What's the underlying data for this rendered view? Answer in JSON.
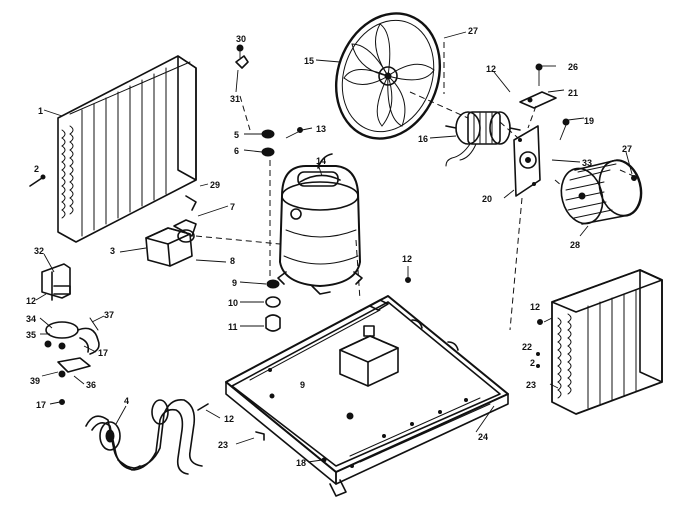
{
  "diagram": {
    "colors": {
      "ink": "#111111",
      "paper": "#ffffff"
    },
    "labels": [
      {
        "id": "lbl-30",
        "text": "30"
      },
      {
        "id": "lbl-31",
        "text": "31"
      },
      {
        "id": "lbl-15",
        "text": "15"
      },
      {
        "id": "lbl-27a",
        "text": "27"
      },
      {
        "id": "lbl-12a",
        "text": "12"
      },
      {
        "id": "lbl-26",
        "text": "26"
      },
      {
        "id": "lbl-21",
        "text": "21"
      },
      {
        "id": "lbl-1",
        "text": "1"
      },
      {
        "id": "lbl-5",
        "text": "5"
      },
      {
        "id": "lbl-6a",
        "text": "6"
      },
      {
        "id": "lbl-13",
        "text": "13"
      },
      {
        "id": "lbl-14",
        "text": "14"
      },
      {
        "id": "lbl-16",
        "text": "16"
      },
      {
        "id": "lbl-19",
        "text": "19"
      },
      {
        "id": "lbl-33",
        "text": "33"
      },
      {
        "id": "lbl-27b",
        "text": "27"
      },
      {
        "id": "lbl-2",
        "text": "2"
      },
      {
        "id": "lbl-29",
        "text": "29"
      },
      {
        "id": "lbl-7",
        "text": "7"
      },
      {
        "id": "lbl-3",
        "text": "3"
      },
      {
        "id": "lbl-8",
        "text": "8"
      },
      {
        "id": "lbl-20",
        "text": "20"
      },
      {
        "id": "lbl-28",
        "text": "28"
      },
      {
        "id": "lbl-32",
        "text": "32"
      },
      {
        "id": "lbl-12b",
        "text": "12"
      },
      {
        "id": "lbl-9",
        "text": "9"
      },
      {
        "id": "lbl-12c",
        "text": "12"
      },
      {
        "id": "lbl-34",
        "text": "34"
      },
      {
        "id": "lbl-10",
        "text": "10"
      },
      {
        "id": "lbl-12d",
        "text": "12"
      },
      {
        "id": "lbl-35",
        "text": "35"
      },
      {
        "id": "lbl-37",
        "text": "37"
      },
      {
        "id": "lbl-11",
        "text": "11"
      },
      {
        "id": "lbl-17a",
        "text": "17"
      },
      {
        "id": "lbl-22a",
        "text": "22"
      },
      {
        "id": "lbl-22b",
        "text": "2"
      },
      {
        "id": "lbl-39",
        "text": "39"
      },
      {
        "id": "lbl-36",
        "text": "36"
      },
      {
        "id": "lbl-23a",
        "text": "23"
      },
      {
        "id": "lbl-9b",
        "text": "9"
      },
      {
        "id": "lbl-17b",
        "text": "17"
      },
      {
        "id": "lbl-4",
        "text": "4"
      },
      {
        "id": "lbl-12e",
        "text": "12"
      },
      {
        "id": "lbl-24",
        "text": "24"
      },
      {
        "id": "lbl-23b",
        "text": "23"
      },
      {
        "id": "lbl-18",
        "text": "18"
      }
    ]
  }
}
